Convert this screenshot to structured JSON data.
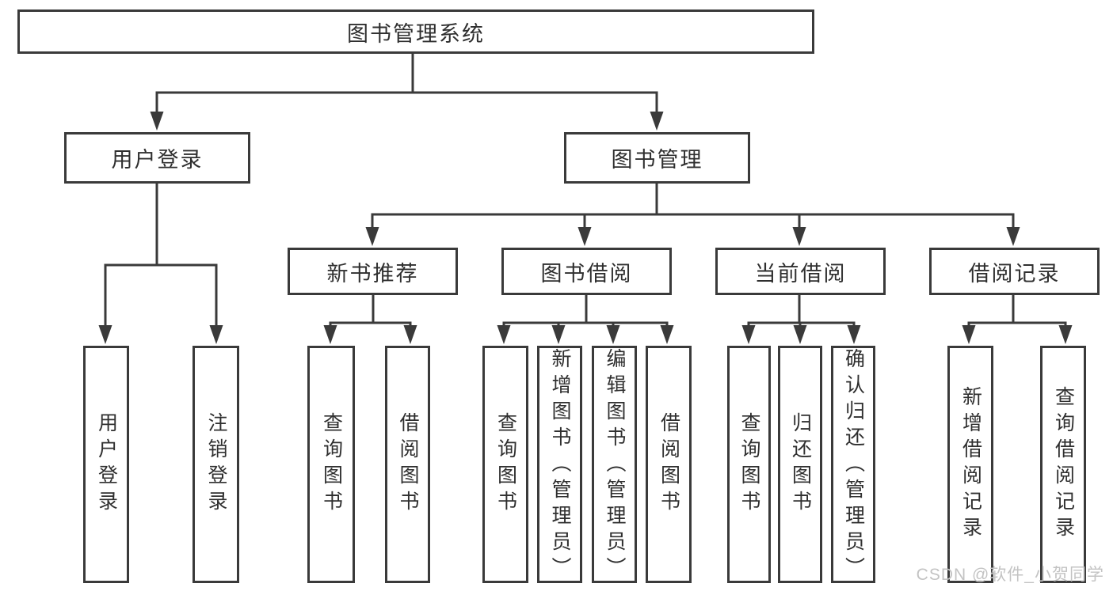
{
  "tree": {
    "root": {
      "label": "图书管理系统",
      "children": [
        {
          "label": "用户登录",
          "children": [
            {
              "label": "用户登录"
            },
            {
              "label": "注销登录"
            }
          ]
        },
        {
          "label": "图书管理",
          "children": [
            {
              "label": "新书推荐",
              "children": [
                {
                  "label": "查询图书"
                },
                {
                  "label": "借阅图书"
                }
              ]
            },
            {
              "label": "图书借阅",
              "children": [
                {
                  "label": "查询图书"
                },
                {
                  "label": "新增图书（管理员）"
                },
                {
                  "label": "编辑图书（管理员）"
                },
                {
                  "label": "借阅图书"
                }
              ]
            },
            {
              "label": "当前借阅",
              "children": [
                {
                  "label": "查询图书"
                },
                {
                  "label": "归还图书"
                },
                {
                  "label": "确认归还（管理员）"
                }
              ]
            },
            {
              "label": "借阅记录",
              "children": [
                {
                  "label": "新增借阅记录"
                },
                {
                  "label": "查询借阅记录"
                }
              ]
            }
          ]
        }
      ]
    }
  },
  "watermark": {
    "text": "CSDN @软件_小贺同学"
  },
  "colors": {
    "line": "#3a3a3a",
    "text": "#2f2f2f",
    "watermark": "#c3c3c3",
    "background": "#ffffff"
  }
}
